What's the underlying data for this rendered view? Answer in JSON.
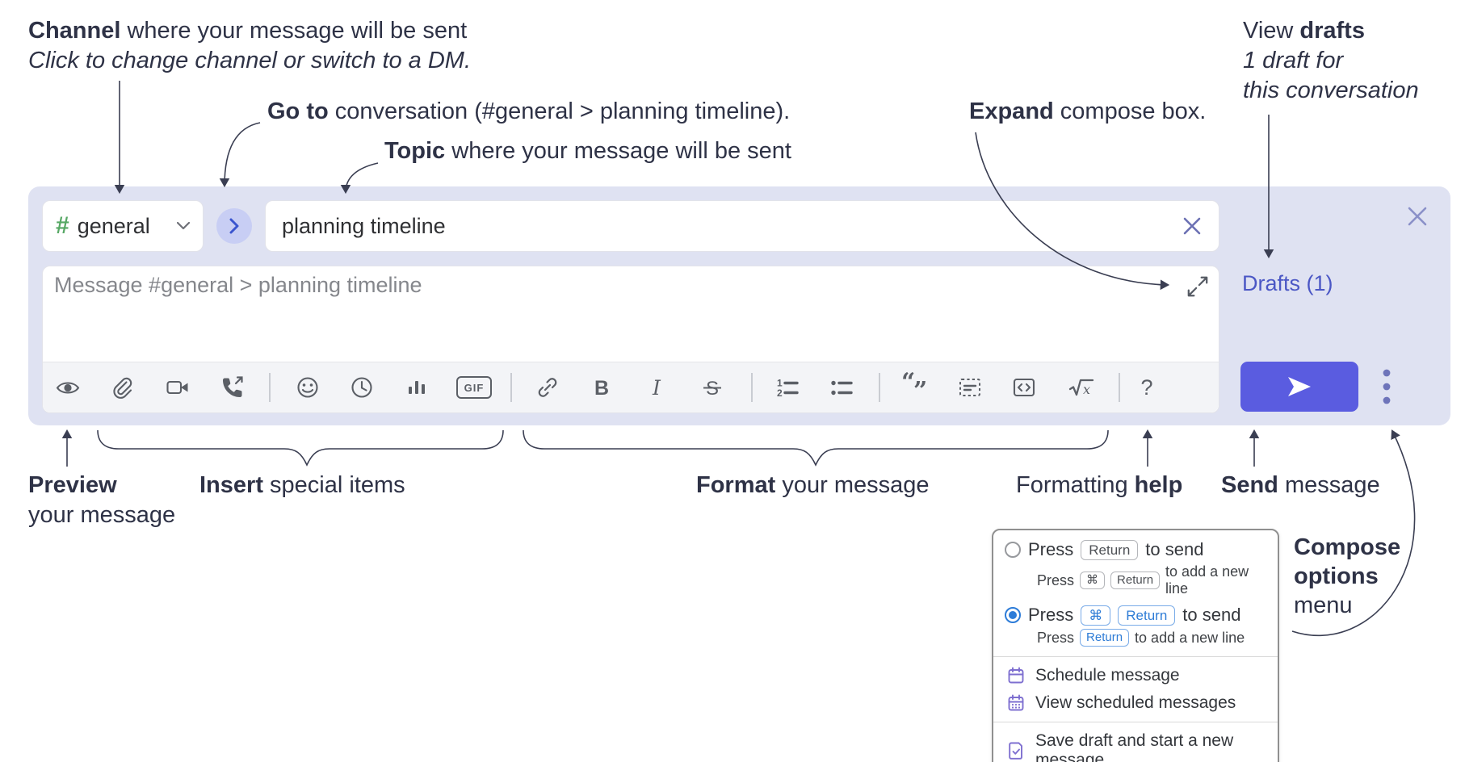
{
  "annotations": {
    "channel": {
      "bold": "Channel",
      "rest": " where your message will be sent",
      "italic": "Click to change channel or switch to a DM."
    },
    "goto": {
      "bold": "Go to",
      "rest": " conversation (#general > planning timeline)."
    },
    "topic": {
      "bold": "Topic",
      "rest": " where your message will be sent"
    },
    "view_drafts": {
      "normal": "View ",
      "bold": "drafts",
      "line2": "1 draft for",
      "line3": "this conversation"
    },
    "expand": {
      "bold": "Expand",
      "rest": " compose box."
    },
    "preview": {
      "bold": "Preview",
      "line2": "your message"
    },
    "insert": {
      "bold": "Insert",
      "rest": " special items"
    },
    "format": {
      "bold": "Format",
      "rest": " your message"
    },
    "help": {
      "normal": "Formatting ",
      "bold": "help"
    },
    "send": {
      "bold": "Send",
      "rest": " message"
    },
    "compose_options": {
      "line1": "Compose",
      "line2": "options",
      "line3": "menu"
    }
  },
  "compose": {
    "channel": {
      "hash": "#",
      "name": "general"
    },
    "topic": {
      "value": "planning timeline"
    },
    "message": {
      "placeholder": "Message #general > planning timeline"
    },
    "drafts_link": "Drafts (1)",
    "toolbar": {
      "gif": "GIF",
      "icons": [
        "preview",
        "attach-file",
        "video-call",
        "voice-call",
        "emoji",
        "time",
        "poll",
        "gif",
        "link",
        "bold",
        "italic",
        "strikethrough",
        "numbered-list",
        "bulleted-list",
        "quote",
        "spoiler",
        "code",
        "math",
        "help"
      ]
    }
  },
  "popup": {
    "option_return": {
      "press": "Press",
      "key": "Return",
      "rest": "to send",
      "sub": {
        "press": "Press",
        "key1": "⌘",
        "key2": "Return",
        "rest": "to add a new line"
      }
    },
    "option_cmd_return": {
      "press": "Press",
      "key1": "⌘",
      "key2": "Return",
      "rest": "to send",
      "sub": {
        "press": "Press",
        "key": "Return",
        "rest": "to add a new line"
      }
    },
    "menu_items": [
      "Schedule message",
      "View scheduled messages",
      "Save draft and start a new message"
    ]
  },
  "colors": {
    "container": "#dfe2f2",
    "send_button": "#5a5ce0",
    "drafts_link": "#4b57c5",
    "hash_green": "#57a865",
    "goto_circle": "#c8cef4",
    "goto_chevron": "#3b55cf",
    "kbd_blue": "#2e7cd6",
    "radio_selected": "#2d7cd8",
    "menu_icon_purple": "#7e6fd0",
    "toolbar_icon": "#5b5f66",
    "annotation_text": "#2e3246"
  }
}
